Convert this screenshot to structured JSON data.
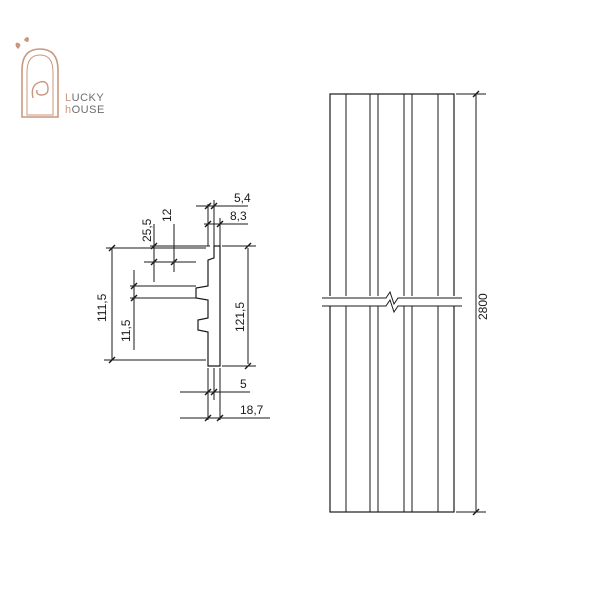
{
  "brand": {
    "line1_initial": "L",
    "line1_rest": "UCKY",
    "line2_initial": "h",
    "line2_rest": "OUSE",
    "color": "#c9977e",
    "text_color": "#6d6d6d"
  },
  "profile_dimensions": {
    "slat_face": "5,4",
    "slat_depth": "8,3",
    "top_offset": "25,5",
    "groove_top": "12",
    "visible_height": "111,5",
    "groove_width": "11,5",
    "total_height": "121,5",
    "base_thickness": "5",
    "total_depth": "18,7"
  },
  "panel": {
    "length": "2800"
  },
  "colors": {
    "line": "#1a1a1a",
    "background": "#ffffff"
  }
}
